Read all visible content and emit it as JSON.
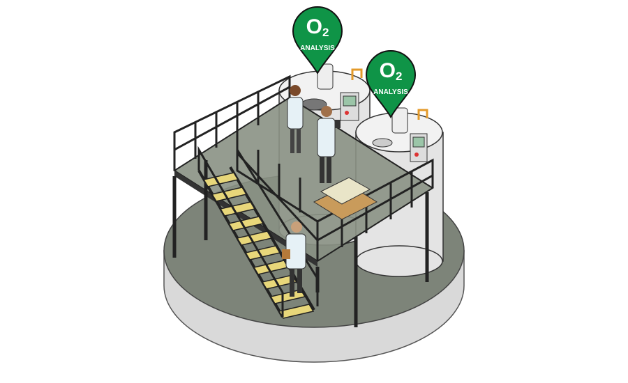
{
  "pins": [
    {
      "formula": "O",
      "subscript": "2",
      "label": "ANALYSIS"
    },
    {
      "formula": "O",
      "subscript": "2",
      "label": "ANALYSIS"
    }
  ],
  "colors": {
    "pin": "#0f9447",
    "floor": "#7d8479",
    "platform": "#8a9184",
    "steel": "#222222",
    "stair_tread": "#e8d77a",
    "tank": "#e4e4e4",
    "lab_coat": "#e6f1f6"
  }
}
